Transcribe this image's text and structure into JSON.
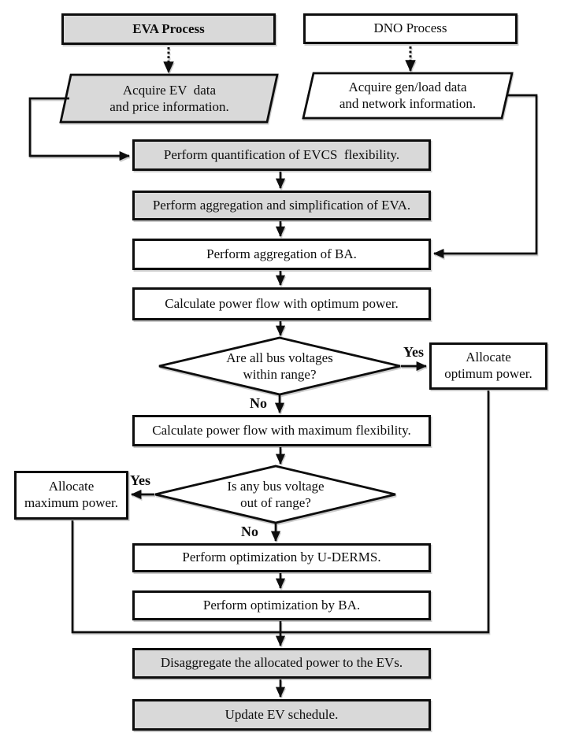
{
  "diagram": {
    "colors": {
      "node_gray": "#d9d9d9",
      "node_white": "#ffffff",
      "line": "#0d0d0d"
    },
    "nodes": {
      "eva_header": {
        "label": "EVA Process"
      },
      "dno_header": {
        "label": "DNO Process"
      },
      "acquire_ev": {
        "label": "Acquire EV  data\nand price information."
      },
      "acquire_gen": {
        "label": "Acquire gen/load data\nand network information."
      },
      "quantification": {
        "label": "Perform quantification of EVCS  flexibility."
      },
      "aggregation_eva": {
        "label": "Perform aggregation and simplification of EVA."
      },
      "aggregation_ba": {
        "label": "Perform aggregation of BA."
      },
      "pf_optimum": {
        "label": "Calculate power flow with optimum power."
      },
      "decision_within": {
        "label": "Are all bus voltages\nwithin range?"
      },
      "alloc_optimum": {
        "label": "Allocate\noptimum power."
      },
      "pf_maximum": {
        "label": "Calculate power flow with maximum flexibility."
      },
      "decision_out": {
        "label": "Is any bus voltage\nout of range?"
      },
      "alloc_maximum": {
        "label": "Allocate\nmaximum power."
      },
      "opt_uderms": {
        "label": "Perform optimization by U-DERMS."
      },
      "opt_ba": {
        "label": "Perform optimization by BA."
      },
      "disaggregate": {
        "label": "Disaggregate the allocated power to the EVs."
      },
      "update_schedule": {
        "label": "Update EV schedule."
      }
    },
    "edge_labels": {
      "yes_within": "Yes",
      "no_within": "No",
      "yes_out": "Yes",
      "no_out": "No"
    }
  }
}
